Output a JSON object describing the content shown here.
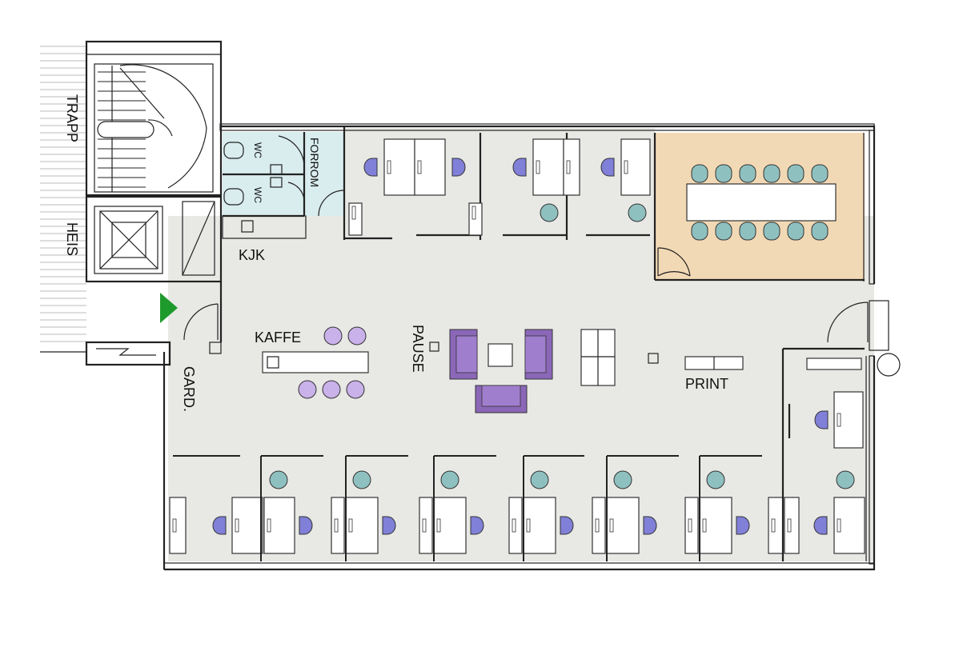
{
  "labels": {
    "trapp": "TRAPP",
    "heis": "HEIS",
    "wc1": "WC",
    "wc2": "WC",
    "forrom": "FORROM",
    "kjk": "KJK",
    "kaffe": "KAFFE",
    "pause": "PAUSE",
    "print": "PRINT",
    "gard": "GARD."
  },
  "colors": {
    "floor": "#e8e8e5",
    "meeting_room": "#f2d9b5",
    "wet_room": "#d9ecee",
    "chair_blue": "#8080d8",
    "chair_teal": "#8fc0c0",
    "stool_lilac": "#c9b1ea",
    "sofa": "#8b67b8",
    "entry_arrow": "#1e9a2c"
  },
  "icons": {
    "entry": "entry-arrow-icon"
  }
}
